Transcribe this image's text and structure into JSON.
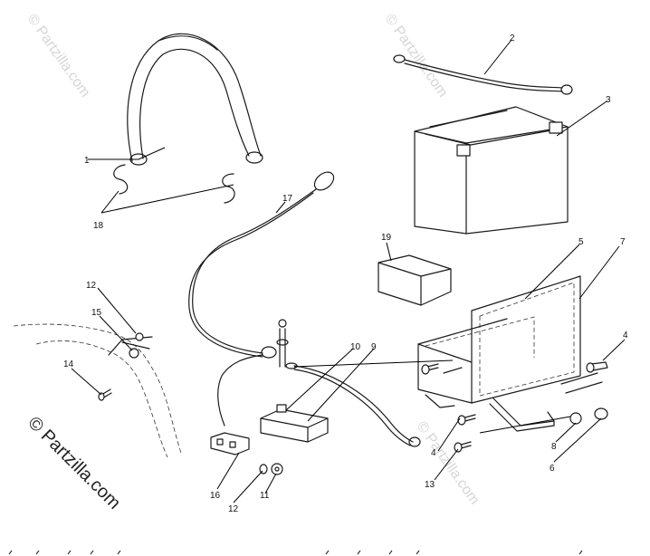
{
  "watermark": {
    "main": "© Partzilla.com",
    "faint": "© Partzilla.com"
  },
  "callouts": {
    "c1": "1",
    "c2": "2",
    "c3": "3",
    "c4a": "4",
    "c4b": "4",
    "c5": "5",
    "c6": "6",
    "c7": "7",
    "c8": "8",
    "c9": "9",
    "c10": "10",
    "c11": "11",
    "c12a": "12",
    "c12b": "12",
    "c13": "13",
    "c14": "14",
    "c15": "15",
    "c16": "16",
    "c17": "17",
    "c18": "18",
    "c19": "19"
  }
}
